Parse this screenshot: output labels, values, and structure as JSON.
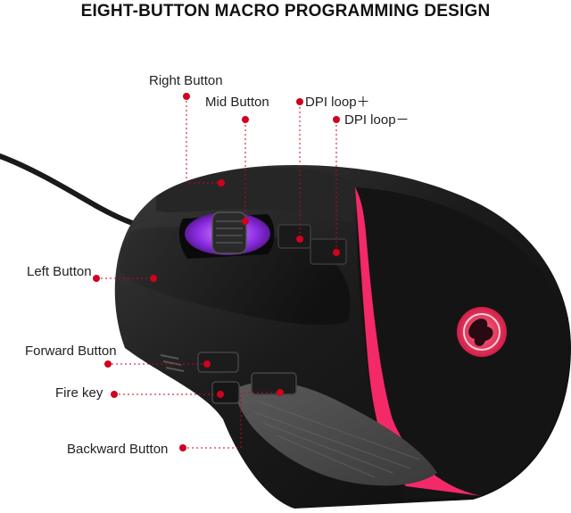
{
  "title": "EIGHT-BUTTON MACRO PROGRAMMING DESIGN",
  "accent_color": "#d0021b",
  "glow_color": "#ff2a6d",
  "wheel_glow_color": "#a040ff",
  "logo_icon": "scorpion-logo-icon",
  "labels": {
    "right_button": "Right Button",
    "mid_button": "Mid Button",
    "dpi_plus": "DPI loop＋",
    "dpi_minus": "DPI loop－",
    "left_button": "Left Button",
    "forward_button": "Forward Button",
    "fire_key": "Fire key",
    "backward_button": "Backward Button"
  }
}
